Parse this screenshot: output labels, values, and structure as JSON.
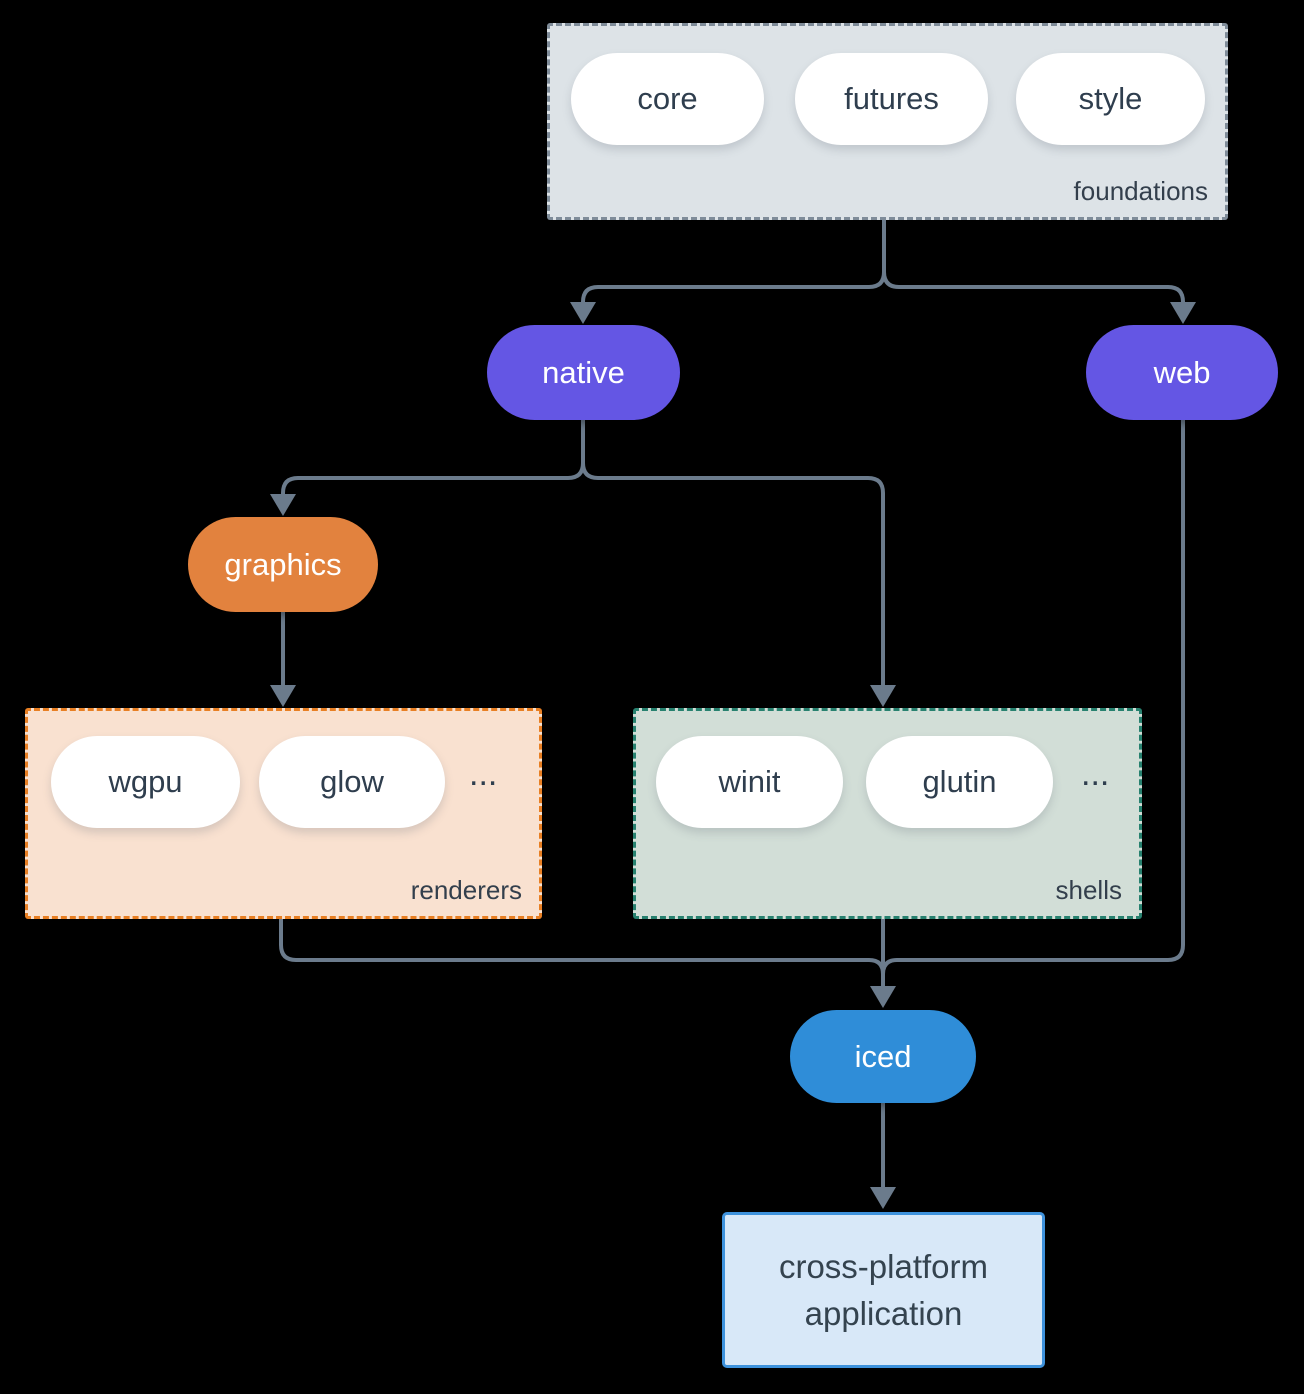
{
  "diagram": {
    "foundations": {
      "label": "foundations",
      "pills": [
        "core",
        "futures",
        "style"
      ]
    },
    "native": {
      "label": "native"
    },
    "web": {
      "label": "web"
    },
    "graphics": {
      "label": "graphics"
    },
    "renderers": {
      "label": "renderers",
      "pills": [
        "wgpu",
        "glow"
      ],
      "ellipsis": "..."
    },
    "shells": {
      "label": "shells",
      "pills": [
        "winit",
        "glutin"
      ],
      "ellipsis": "..."
    },
    "iced": {
      "label": "iced"
    },
    "application": {
      "line1": "cross-platform",
      "line2": "application"
    }
  },
  "colors": {
    "background": "#000000",
    "connector": "#6b7b8c",
    "purple_node": "#6456e4",
    "orange_node": "#e2823e",
    "blue_node": "#2f8dd8",
    "white_node": "#ffffff",
    "foundations_fill": "#dde3e7",
    "foundations_border": "#7f8c99",
    "renderers_fill": "#f9e1d0",
    "renderers_border": "#e87f23",
    "shells_fill": "#d2ded7",
    "shells_border": "#27816f",
    "application_fill": "#d8e8f8",
    "application_border": "#3e92dc",
    "text_dark": "#2f3e4e",
    "text_light": "#ffffff"
  }
}
